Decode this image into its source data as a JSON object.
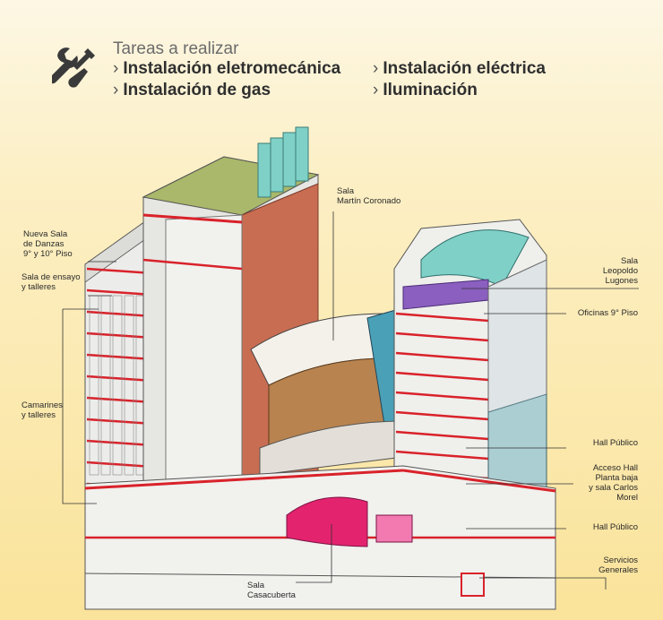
{
  "header": {
    "title": "Tareas a realizar",
    "tasks": [
      {
        "label": "Instalación eletromecánica"
      },
      {
        "label": "Instalación de gas"
      },
      {
        "label": "Instalación eléctrica"
      },
      {
        "label": "Iluminación"
      }
    ],
    "bullet": "›",
    "icon": "wrench-screwdriver-icon"
  },
  "labels": {
    "nueva_sala": [
      "Nueva Sala",
      "de Danzas",
      "9° y 10° Piso"
    ],
    "sala_ensayo": [
      "Sala de ensayo",
      "y talleres"
    ],
    "camarines": [
      "Camarines",
      "y talleres"
    ],
    "sala_martin": [
      "Sala",
      "Martín Coronado"
    ],
    "sala_leopoldo": [
      "Sala",
      "Leopoldo",
      "Lugones"
    ],
    "oficinas": [
      "Oficinas 9° Piso"
    ],
    "hall_publico_1": [
      "Hall Público"
    ],
    "acceso_hall": [
      "Acceso Hall",
      "Planta baja",
      "y sala Carlos",
      "Morel"
    ],
    "hall_publico_2": [
      "Hall Público"
    ],
    "servicios": [
      "Servicios",
      "Generales"
    ],
    "sala_casacuberta": [
      "Sala",
      "Casacuberta"
    ]
  },
  "colors": {
    "accent_red": "#d9222a",
    "terracotta": "#c86d52",
    "roof_green": "#a9b86a",
    "teal": "#7fd1c8",
    "magenta": "#e4236f",
    "wood": "#b8834f"
  }
}
